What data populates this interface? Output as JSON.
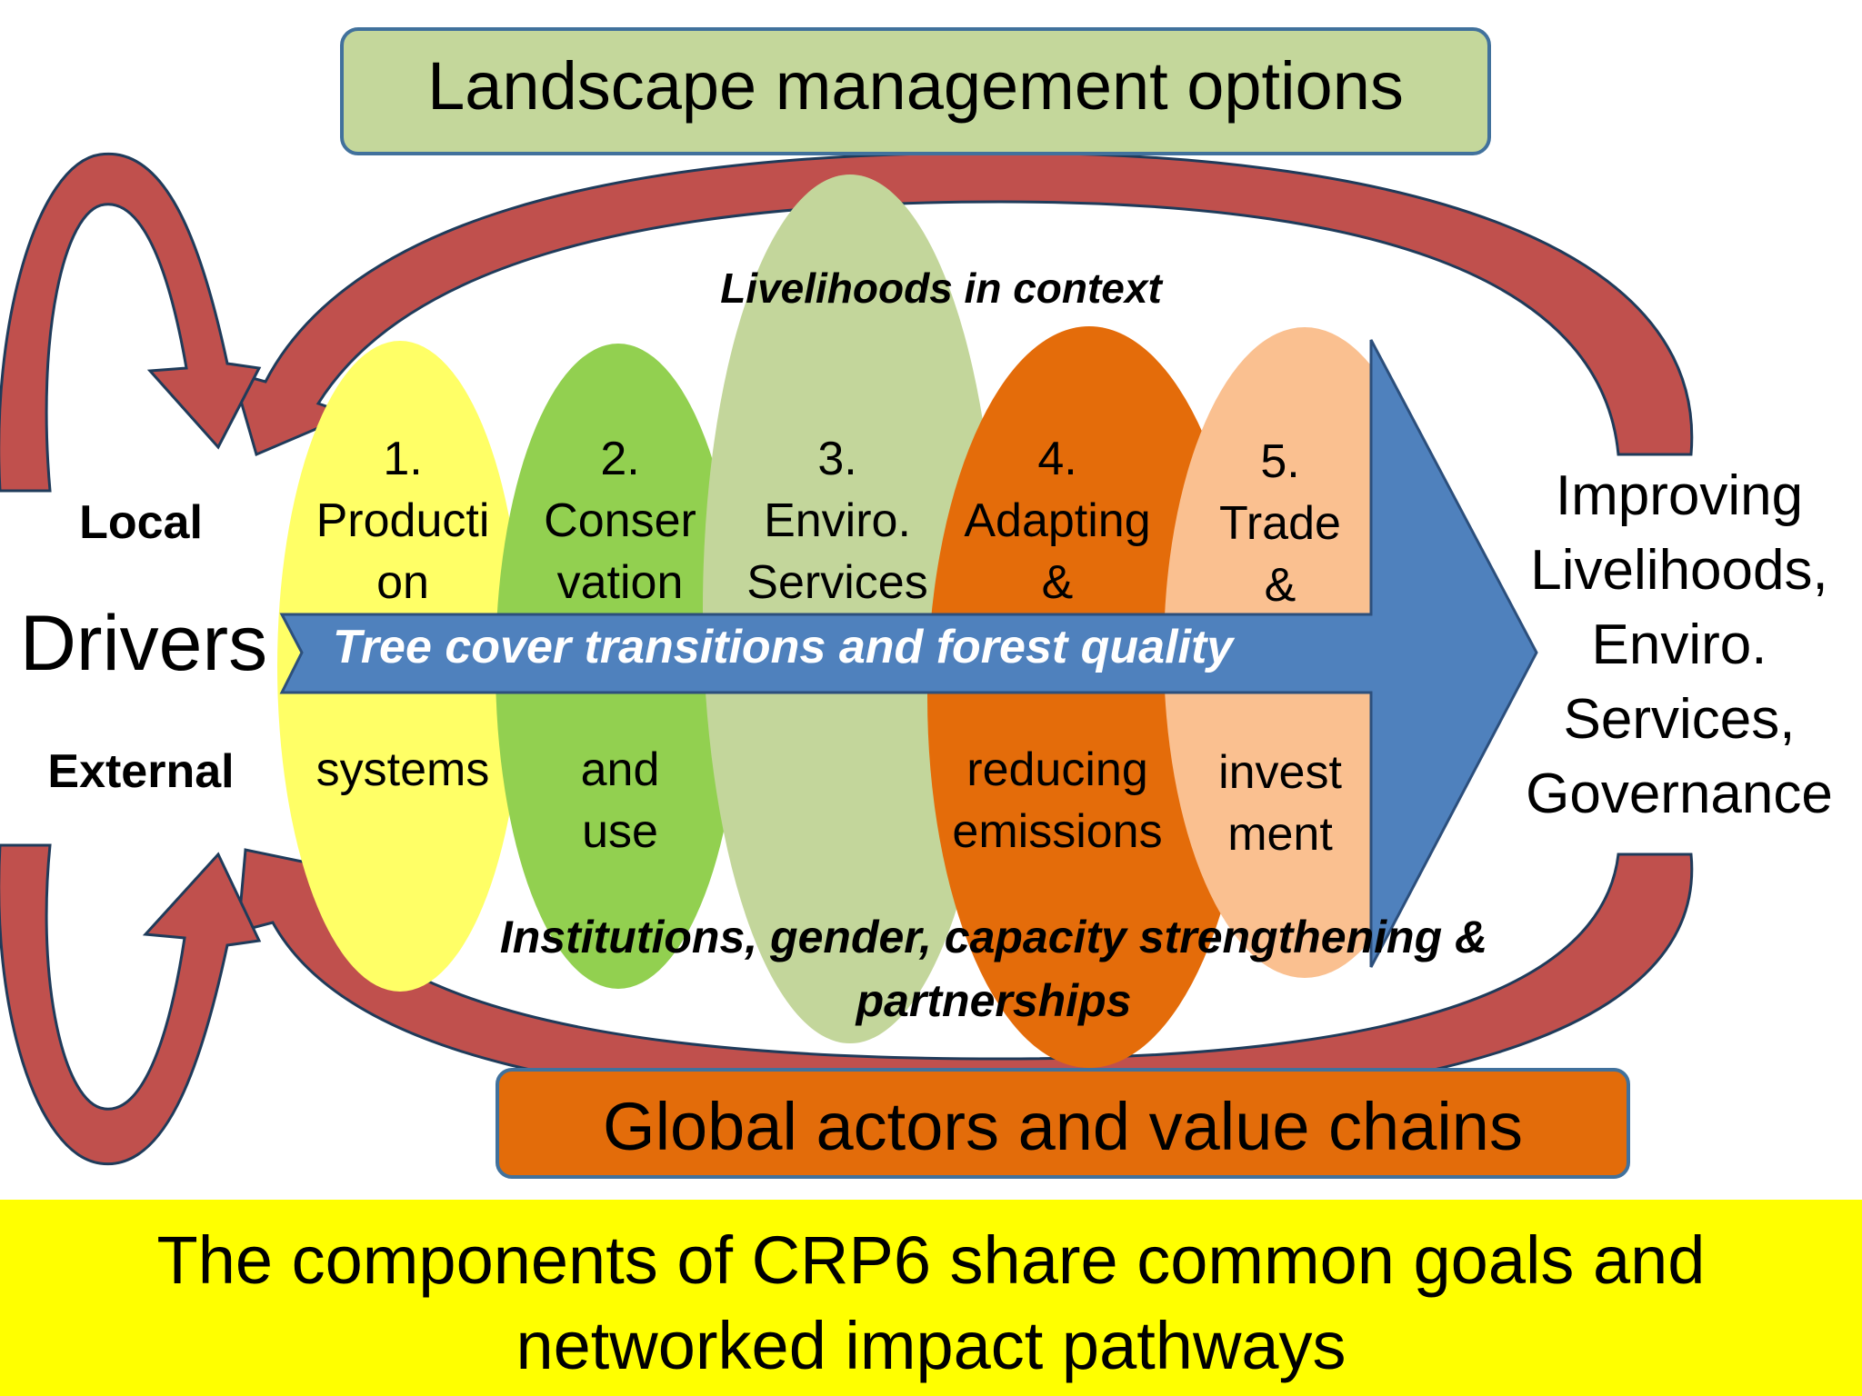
{
  "top_box": {
    "label": "Landscape management options",
    "color": "#c4d79b"
  },
  "bottom_box": {
    "label": "Global actors and value chains",
    "color": "#e36c0a"
  },
  "drivers": {
    "title": "Drivers",
    "local": "Local",
    "external": "External"
  },
  "context_top": "Livelihoods in context",
  "context_bottom": [
    "Institutions, gender, capacity strengthening &",
    "partnerships"
  ],
  "main_arrow": {
    "label": "Tree cover transitions and forest quality",
    "color": "#4f81bd"
  },
  "components": [
    {
      "top": [
        "1.",
        "Producti",
        "on"
      ],
      "bottom": [
        "systems"
      ],
      "color": "#ffff66"
    },
    {
      "top": [
        "2.",
        "Conser",
        "vation"
      ],
      "bottom": [
        "and",
        "use"
      ],
      "color": "#92d050"
    },
    {
      "top": [
        "3.",
        "Enviro.",
        "Services"
      ],
      "bottom": [],
      "color": "#c3d69b"
    },
    {
      "top": [
        "4.",
        "Adapting",
        "&"
      ],
      "bottom": [
        "reducing",
        "emissions"
      ],
      "color": "#e46c0a"
    },
    {
      "top": [
        "5.",
        "Trade",
        "&"
      ],
      "bottom": [
        "invest",
        "ment"
      ],
      "color": "#fac090"
    }
  ],
  "outcome": [
    "Improving",
    "Livelihoods,",
    "Enviro.",
    "Services,",
    "Governance"
  ],
  "loop_arrow_color": "#c0504d",
  "caption": [
    "The components of CRP6 share common goals and",
    "networked impact pathways"
  ]
}
